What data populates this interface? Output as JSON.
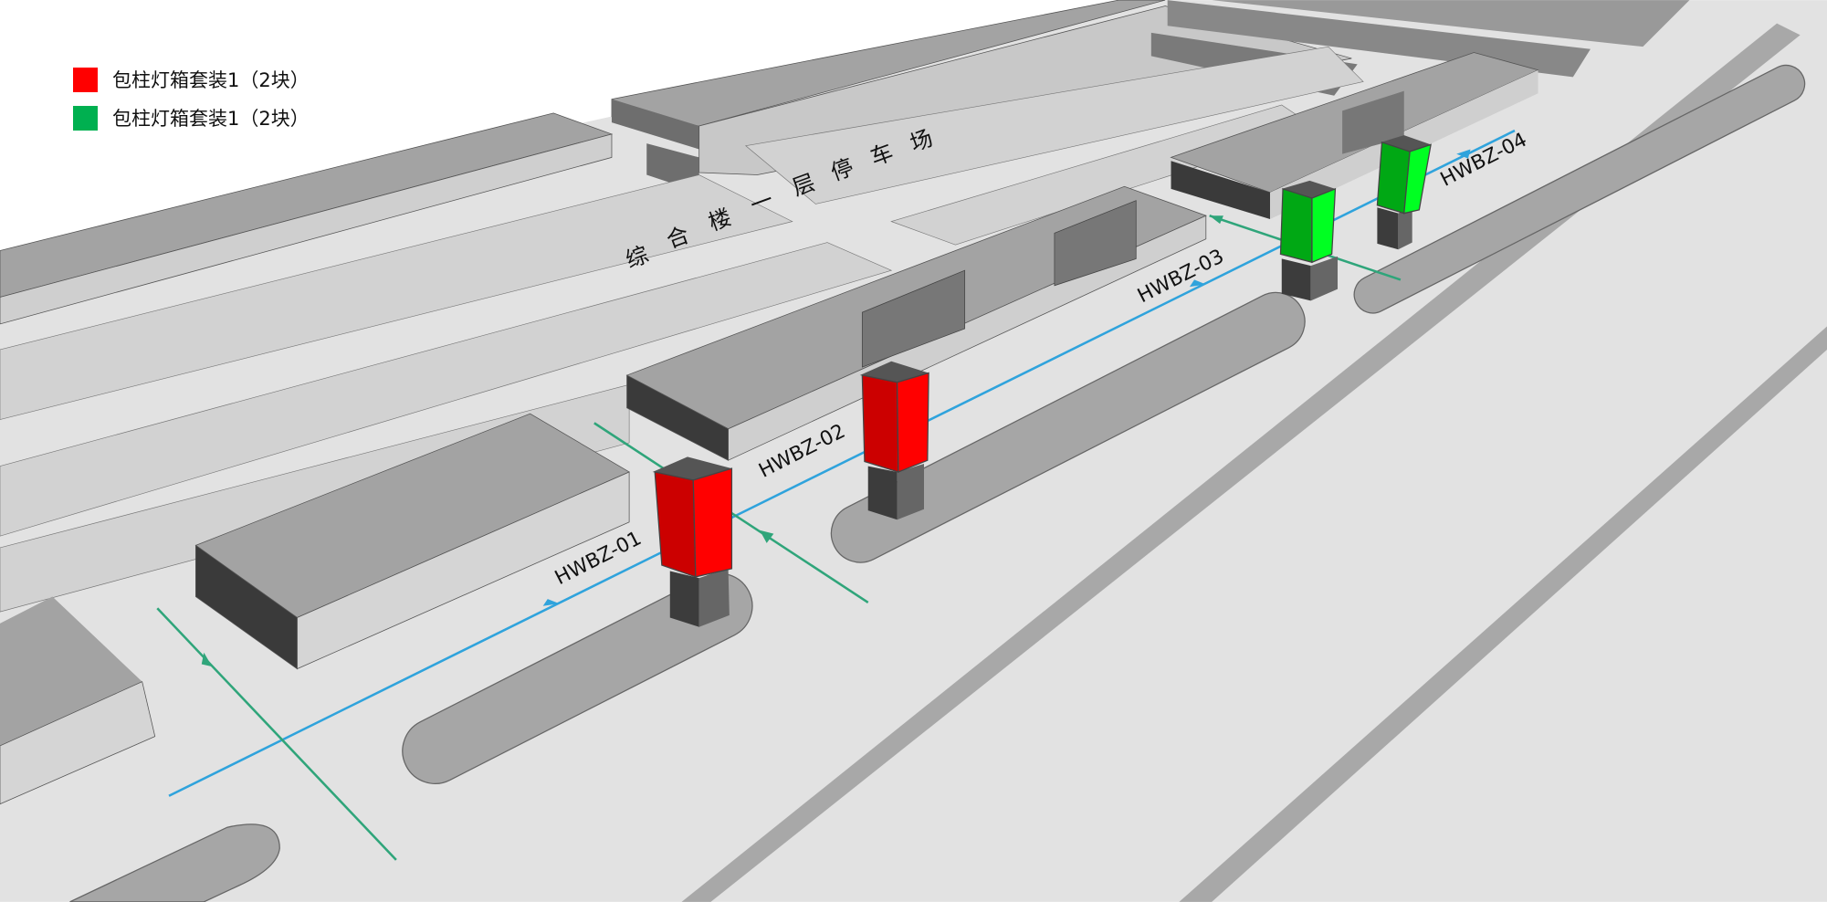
{
  "legend": [
    {
      "label": "包柱灯箱套装1（2块）",
      "color": "#ff0000"
    },
    {
      "label": "包柱灯箱套装1（2块）",
      "color": "#00b050"
    }
  ],
  "area_label": {
    "chars": [
      "综",
      "合",
      "楼",
      "一",
      "层",
      "停",
      "车",
      "场"
    ]
  },
  "signs": [
    {
      "id": "HWBZ-01",
      "color": "red"
    },
    {
      "id": "HWBZ-02",
      "color": "red"
    },
    {
      "id": "HWBZ-03",
      "color": "green"
    },
    {
      "id": "HWBZ-04",
      "color": "green"
    }
  ],
  "colors": {
    "route_blue": "#2fa3dc",
    "route_green": "#2fa57a",
    "red": "#ff0000",
    "red_dark": "#cc0000",
    "green": "#00ff22",
    "green_dark": "#00a814"
  }
}
